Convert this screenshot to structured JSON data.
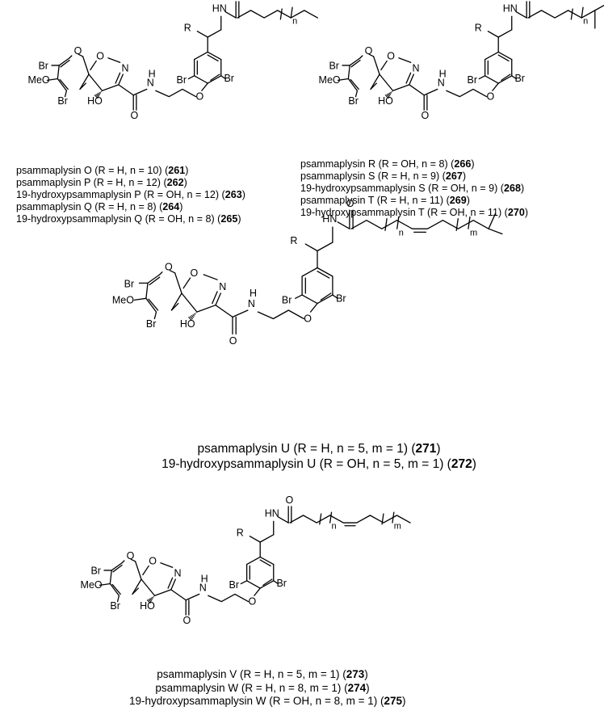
{
  "atoms": {
    "Br": "Br",
    "O": "O",
    "N": "N",
    "MeO": "MeO",
    "HO": "HO",
    "H": "H",
    "HN": "HN",
    "R": "R",
    "n": "n",
    "m": "m"
  },
  "captions": {
    "a": [
      {
        "text": "psammaplysin O (R = H, n = 10) (",
        "id": "261"
      },
      {
        "text": "psammaplysin P (R = H, n = 12) (",
        "id": "262"
      },
      {
        "text": "19-hydroxypsammaplysin P (R = OH, n = 12) (",
        "id": "263"
      },
      {
        "text": "psammaplysin Q (R = H, n = 8) (",
        "id": "264"
      },
      {
        "text": "19-hydroxypsammaplysin Q (R = OH, n = 8) (",
        "id": "265"
      }
    ],
    "b": [
      {
        "text": "psammaplysin R (R = OH, n = 8) (",
        "id": "266"
      },
      {
        "text": "psammaplysin S (R = H, n = 9) (",
        "id": "267"
      },
      {
        "text": "19-hydroxypsammaplysin S (R = OH, n = 9) (",
        "id": "268"
      },
      {
        "text": "psammaplysin T (R = H, n = 11) (",
        "id": "269"
      },
      {
        "text": "19-hydroxypsammaplysin T (R = OH, n = 11) (",
        "id": "270"
      }
    ],
    "c": [
      {
        "text": "psammaplysin U (R = H, n = 5, m = 1) (",
        "id": "271"
      },
      {
        "text": "19-hydroxypsammaplysin U (R = OH, n = 5, m = 1) (",
        "id": "272"
      }
    ],
    "d": [
      {
        "text": "psammaplysin V (R = H, n = 5, m = 1) (",
        "id": "273"
      },
      {
        "text": "psammaplysin W (R = H, n = 8, m = 1) (",
        "id": "274"
      },
      {
        "text": "19-hydroxypsammaplysin W (R = OH, n = 8, m = 1) (",
        "id": "275"
      }
    ]
  }
}
